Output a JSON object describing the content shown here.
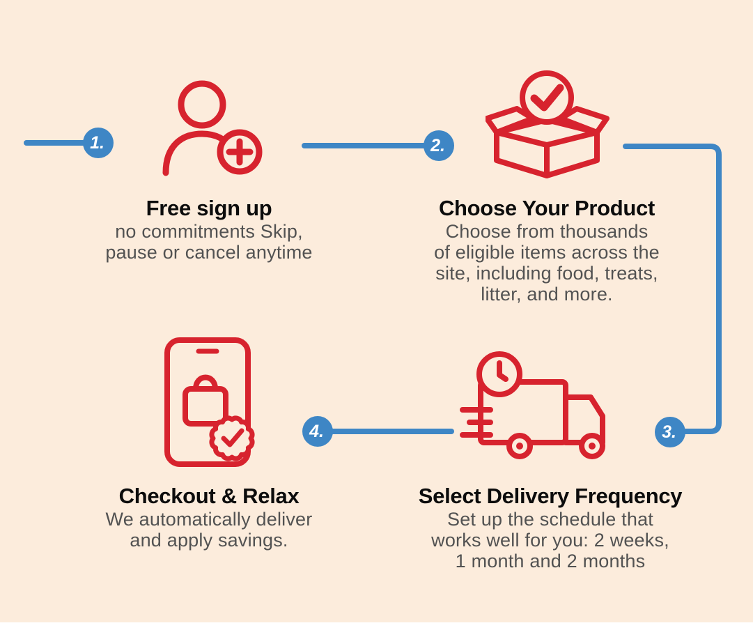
{
  "colors": {
    "background": "#fcecdc",
    "accent_red": "#d7232e",
    "accent_blue": "#3e86c5",
    "title_color": "#0c0c0c",
    "body_color": "#525252",
    "footer_strip": "#ffffff"
  },
  "steps": [
    {
      "number": "1.",
      "title": "Free sign up",
      "description": "no commitments Skip,\npause or cancel anytime",
      "icon": "user-add-icon"
    },
    {
      "number": "2.",
      "title": "Choose Your Product",
      "description": "Choose from thousands\nof eligible items across the\nsite, including food, treats,\nlitter, and more.",
      "icon": "product-box-check-icon"
    },
    {
      "number": "3.",
      "title": "Select Delivery Frequency",
      "description": "Set up the schedule that\nworks well for you: 2 weeks,\n1 month and 2 months",
      "icon": "delivery-truck-clock-icon"
    },
    {
      "number": "4.",
      "title": "Checkout & Relax",
      "description": "We automatically deliver\nand apply savings.",
      "icon": "mobile-checkout-badge-icon"
    }
  ]
}
